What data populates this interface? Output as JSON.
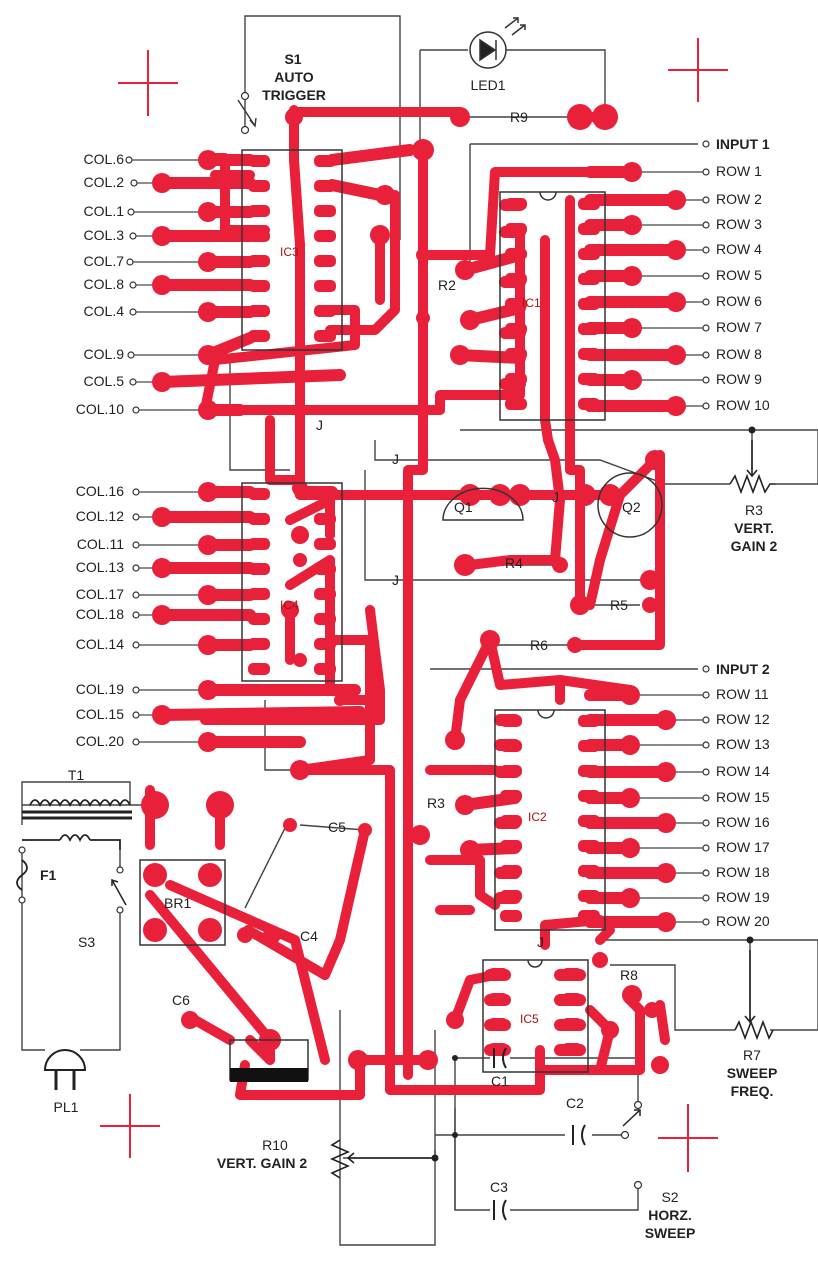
{
  "colors": {
    "copper": "#e8203a",
    "wire": "#444444",
    "register": "#e8203a",
    "text": "#222222"
  },
  "labels": {
    "s1": [
      "S1",
      "AUTO",
      "TRIGGER"
    ],
    "led1": "LED1",
    "r9": "R9",
    "input1": "INPUT 1",
    "input2": "INPUT 2",
    "r2": "R2",
    "r3": "R3",
    "r4": "R4",
    "r5": "R5",
    "r6": "R6",
    "r8": "R8",
    "r3_pot": [
      "R3",
      "VERT.",
      "GAIN 2"
    ],
    "r7_pot": [
      "R7",
      "SWEEP",
      "FREQ."
    ],
    "r10_pot": [
      "R10",
      "VERT. GAIN 2"
    ],
    "s2": [
      "S2",
      "HORZ.",
      "SWEEP"
    ],
    "t1": "T1",
    "f1": "F1",
    "s3": "S3",
    "pl1": "PL1",
    "br1": "BR1",
    "c1": "C1",
    "c2": "C2",
    "c3": "C3",
    "c4": "C4",
    "c5": "C5",
    "c6": "C6",
    "q1": "Q1",
    "q2": "Q2",
    "ic1": "IC1",
    "ic2": "IC2",
    "ic3": "IC3",
    "ic4": "IC4",
    "ic5": "IC5",
    "jumper": "J",
    "cols_a": [
      "COL.6",
      "COL.2",
      "COL.1",
      "COL.3",
      "COL.7",
      "COL.8",
      "COL.4",
      "COL.9",
      "COL.5",
      "COL.10"
    ],
    "cols_b": [
      "COL.16",
      "COL.12",
      "COL.11",
      "COL.13",
      "COL.17",
      "COL.18",
      "COL.14",
      "COL.19",
      "COL.15",
      "COL.20"
    ],
    "rows_a": [
      "ROW 1",
      "ROW 2",
      "ROW 3",
      "ROW 4",
      "ROW 5",
      "ROW 6",
      "ROW 7",
      "ROW 8",
      "ROW 9",
      "ROW 10"
    ],
    "rows_b": [
      "ROW 11",
      "ROW 12",
      "ROW 13",
      "ROW 14",
      "ROW 15",
      "ROW 16",
      "ROW 17",
      "ROW 18",
      "ROW 19",
      "ROW 20"
    ]
  }
}
